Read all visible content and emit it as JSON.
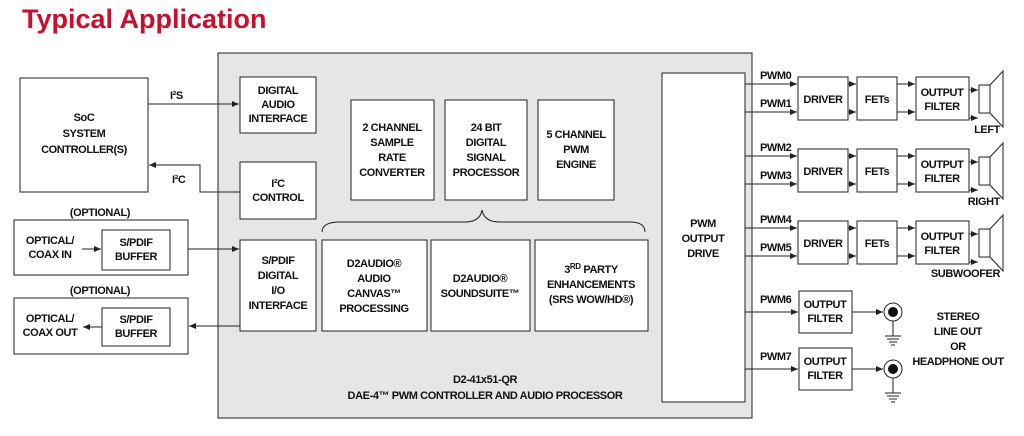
{
  "title": "Typical Application",
  "soc": {
    "lines": [
      "SoC",
      "SYSTEM",
      "CONTROLLER(S)"
    ]
  },
  "i2s_label": "I²S",
  "i2c_label": "I²C",
  "digital_audio_interface": [
    "DIGITAL",
    "AUDIO",
    "INTERFACE"
  ],
  "i2c_control": [
    "I²C",
    "CONTROL"
  ],
  "optional_in": {
    "label": "(OPTIONAL)",
    "source": [
      "OPTICAL/",
      "COAX IN"
    ],
    "buffer": [
      "S/PDIF",
      "BUFFER"
    ]
  },
  "optional_out": {
    "label": "(OPTIONAL)",
    "source": [
      "OPTICAL/",
      "COAX OUT"
    ],
    "buffer": [
      "S/PDIF",
      "BUFFER"
    ]
  },
  "spdif_interface": [
    "S/PDIF",
    "DIGITAL",
    "I/O",
    "INTERFACE"
  ],
  "src": [
    "2 CHANNEL",
    "SAMPLE",
    "RATE",
    "CONVERTER"
  ],
  "dsp": [
    "24 BIT",
    "DIGITAL",
    "SIGNAL",
    "PROCESSOR"
  ],
  "pwm_engine": [
    "5 CHANNEL",
    "PWM",
    "ENGINE"
  ],
  "canvas": [
    "D2AUDIO®",
    "AUDIO",
    "CANVAS™",
    "PROCESSING"
  ],
  "soundsuite": [
    "D2AUDIO®",
    "SOUNDSUITE™"
  ],
  "third_party": {
    "prefix": "3",
    "sup": "RD",
    "rest": " PARTY",
    "lines": [
      "ENHANCEMENTS",
      "(SRS WOW/HD®)"
    ]
  },
  "chip": {
    "part": "D2-41x51-QR",
    "desc": "DAE-4™ PWM CONTROLLER AND AUDIO PROCESSOR"
  },
  "pwm_output_drive": [
    "PWM",
    "OUTPUT",
    "DRIVE"
  ],
  "channels": [
    {
      "pwm": [
        "PWM0",
        "PWM1"
      ],
      "driver": "DRIVER",
      "fets": "FETs",
      "filter": [
        "OUTPUT",
        "FILTER"
      ],
      "speaker": "LEFT"
    },
    {
      "pwm": [
        "PWM2",
        "PWM3"
      ],
      "driver": "DRIVER",
      "fets": "FETs",
      "filter": [
        "OUTPUT",
        "FILTER"
      ],
      "speaker": "RIGHT"
    },
    {
      "pwm": [
        "PWM4",
        "PWM5"
      ],
      "driver": "DRIVER",
      "fets": "FETs",
      "filter": [
        "OUTPUT",
        "FILTER"
      ],
      "speaker": "SUBWOOFER"
    }
  ],
  "line_outs": [
    {
      "pwm": "PWM6",
      "filter": [
        "OUTPUT",
        "FILTER"
      ]
    },
    {
      "pwm": "PWM7",
      "filter": [
        "OUTPUT",
        "FILTER"
      ]
    }
  ],
  "line_out_label": [
    "STEREO",
    "LINE OUT",
    "OR",
    "HEADPHONE OUT"
  ]
}
